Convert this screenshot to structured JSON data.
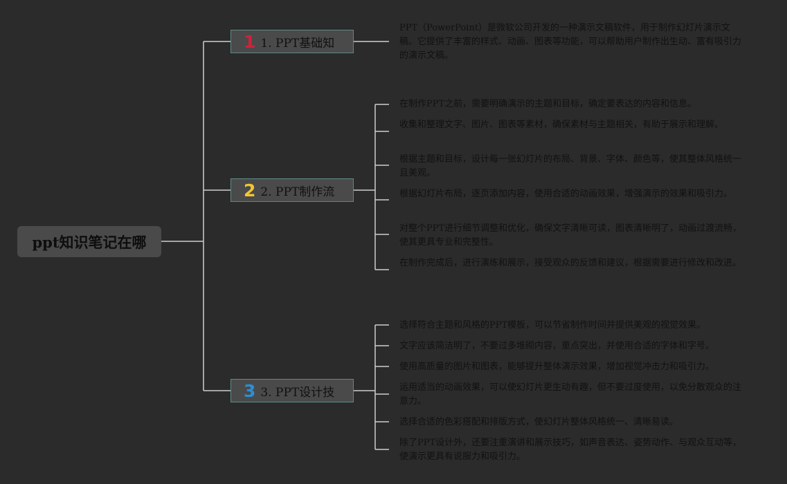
{
  "root": {
    "label": "ppt知识笔记在哪"
  },
  "branches": [
    {
      "number": "1",
      "title": "1. PPT基础知",
      "badge_color": "#d1213b",
      "items": [
        "PPT（PowerPoint）是微软公司开发的一种演示文稿软件，用于制作幻灯片演示文稿。它提供了丰富的样式、动画、图表等功能，可以帮助用户制作出生动、富有吸引力的演示文稿。"
      ]
    },
    {
      "number": "2",
      "title": "2. PPT制作流",
      "badge_color": "#f3c531",
      "items": [
        "在制作PPT之前，需要明确演示的主题和目标，确定要表达的内容和信息。",
        "收集和整理文字、图片、图表等素材，确保素材与主题相关，有助于展示和理解。",
        "根据主题和目标，设计每一张幻灯片的布局、背景、字体、颜色等，使其整体风格统一且美观。",
        "根据幻灯片布局，逐页添加内容，使用合适的动画效果，增强演示的效果和吸引力。",
        "对整个PPT进行细节调整和优化，确保文字清晰可读，图表清晰明了，动画过渡流畅，使其更具专业和完整性。",
        "在制作完成后，进行演练和展示，接受观众的反馈和建议，根据需要进行修改和改进。"
      ]
    },
    {
      "number": "3",
      "title": "3. PPT设计技",
      "badge_color": "#2a8fd8",
      "items": [
        "选择符合主题和风格的PPT模板，可以节省制作时间并提供美观的视觉效果。",
        "文字应该简洁明了，不要过多堆砌内容，重点突出，并使用合适的字体和字号。",
        "使用高质量的图片和图表，能够提升整体演示效果，增加视觉冲击力和吸引力。",
        "运用适当的动画效果，可以使幻灯片更生动有趣，但不要过度使用，以免分散观众的注意力。",
        "选择合适的色彩搭配和排版方式，使幻灯片整体风格统一、清晰易读。",
        "除了PPT设计外，还要注重演讲和展示技巧，如声音表达、姿势动作、与观众互动等，使演示更具有说服力和吸引力。"
      ]
    }
  ]
}
